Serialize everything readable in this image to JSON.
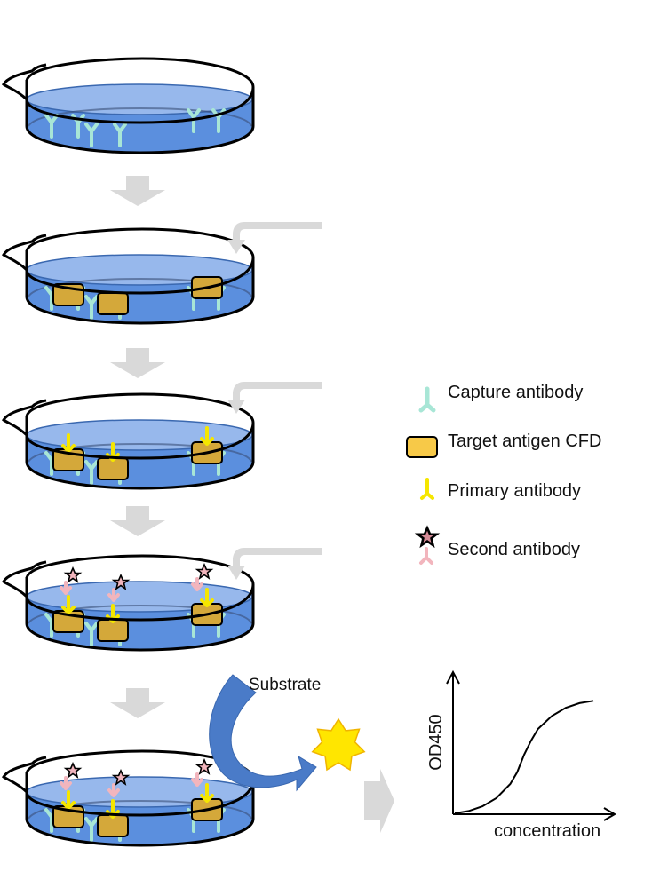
{
  "diagram": {
    "title": "",
    "steps": [
      {
        "id": 1,
        "contents": [
          "capture antibody"
        ]
      },
      {
        "id": 2,
        "contents": [
          "capture antibody",
          "target antigen CFD"
        ]
      },
      {
        "id": 3,
        "contents": [
          "capture antibody",
          "target antigen CFD",
          "primary antibody"
        ]
      },
      {
        "id": 4,
        "contents": [
          "capture antibody",
          "target antigen CFD",
          "primary antibody",
          "second antibody"
        ]
      },
      {
        "id": 5,
        "contents": [
          "capture antibody",
          "target antigen CFD",
          "primary antibody",
          "second antibody",
          "substrate"
        ]
      }
    ],
    "substrate_label": "Substrate"
  },
  "legend": {
    "items": [
      {
        "label": "Capture antibody",
        "icon": "capture-antibody-icon"
      },
      {
        "label": "Target antigen CFD",
        "icon": "antigen-block-icon"
      },
      {
        "label": "Primary antibody",
        "icon": "primary-antibody-icon"
      },
      {
        "label": "Second antibody",
        "icon": "second-antibody-star-icon"
      }
    ]
  },
  "colors": {
    "liquid": "#5b8fde",
    "liquid_top": "#97b8ec",
    "capture": "#a8e6d6",
    "antigen": "#d4a83a",
    "antigen_legend": "#f7c948",
    "primary": "#f5e600",
    "second": "#f2b5bd",
    "arrow_gray": "#d9d9d9",
    "substrate_arrow": "#4a7bc8",
    "signal_star": "#ffe600"
  },
  "chart_data": {
    "type": "line",
    "title": "",
    "xlabel": "concentration",
    "ylabel": "OD450",
    "shape": "sigmoid",
    "x": [
      0,
      0.1,
      0.2,
      0.3,
      0.4,
      0.45,
      0.5,
      0.55,
      0.6,
      0.7,
      0.8,
      0.9,
      1.0
    ],
    "y": [
      0,
      0.02,
      0.06,
      0.13,
      0.25,
      0.35,
      0.5,
      0.62,
      0.72,
      0.83,
      0.9,
      0.94,
      0.96
    ],
    "xlim": [
      0,
      1
    ],
    "ylim": [
      0,
      1
    ],
    "grid": false,
    "ticks": false
  }
}
